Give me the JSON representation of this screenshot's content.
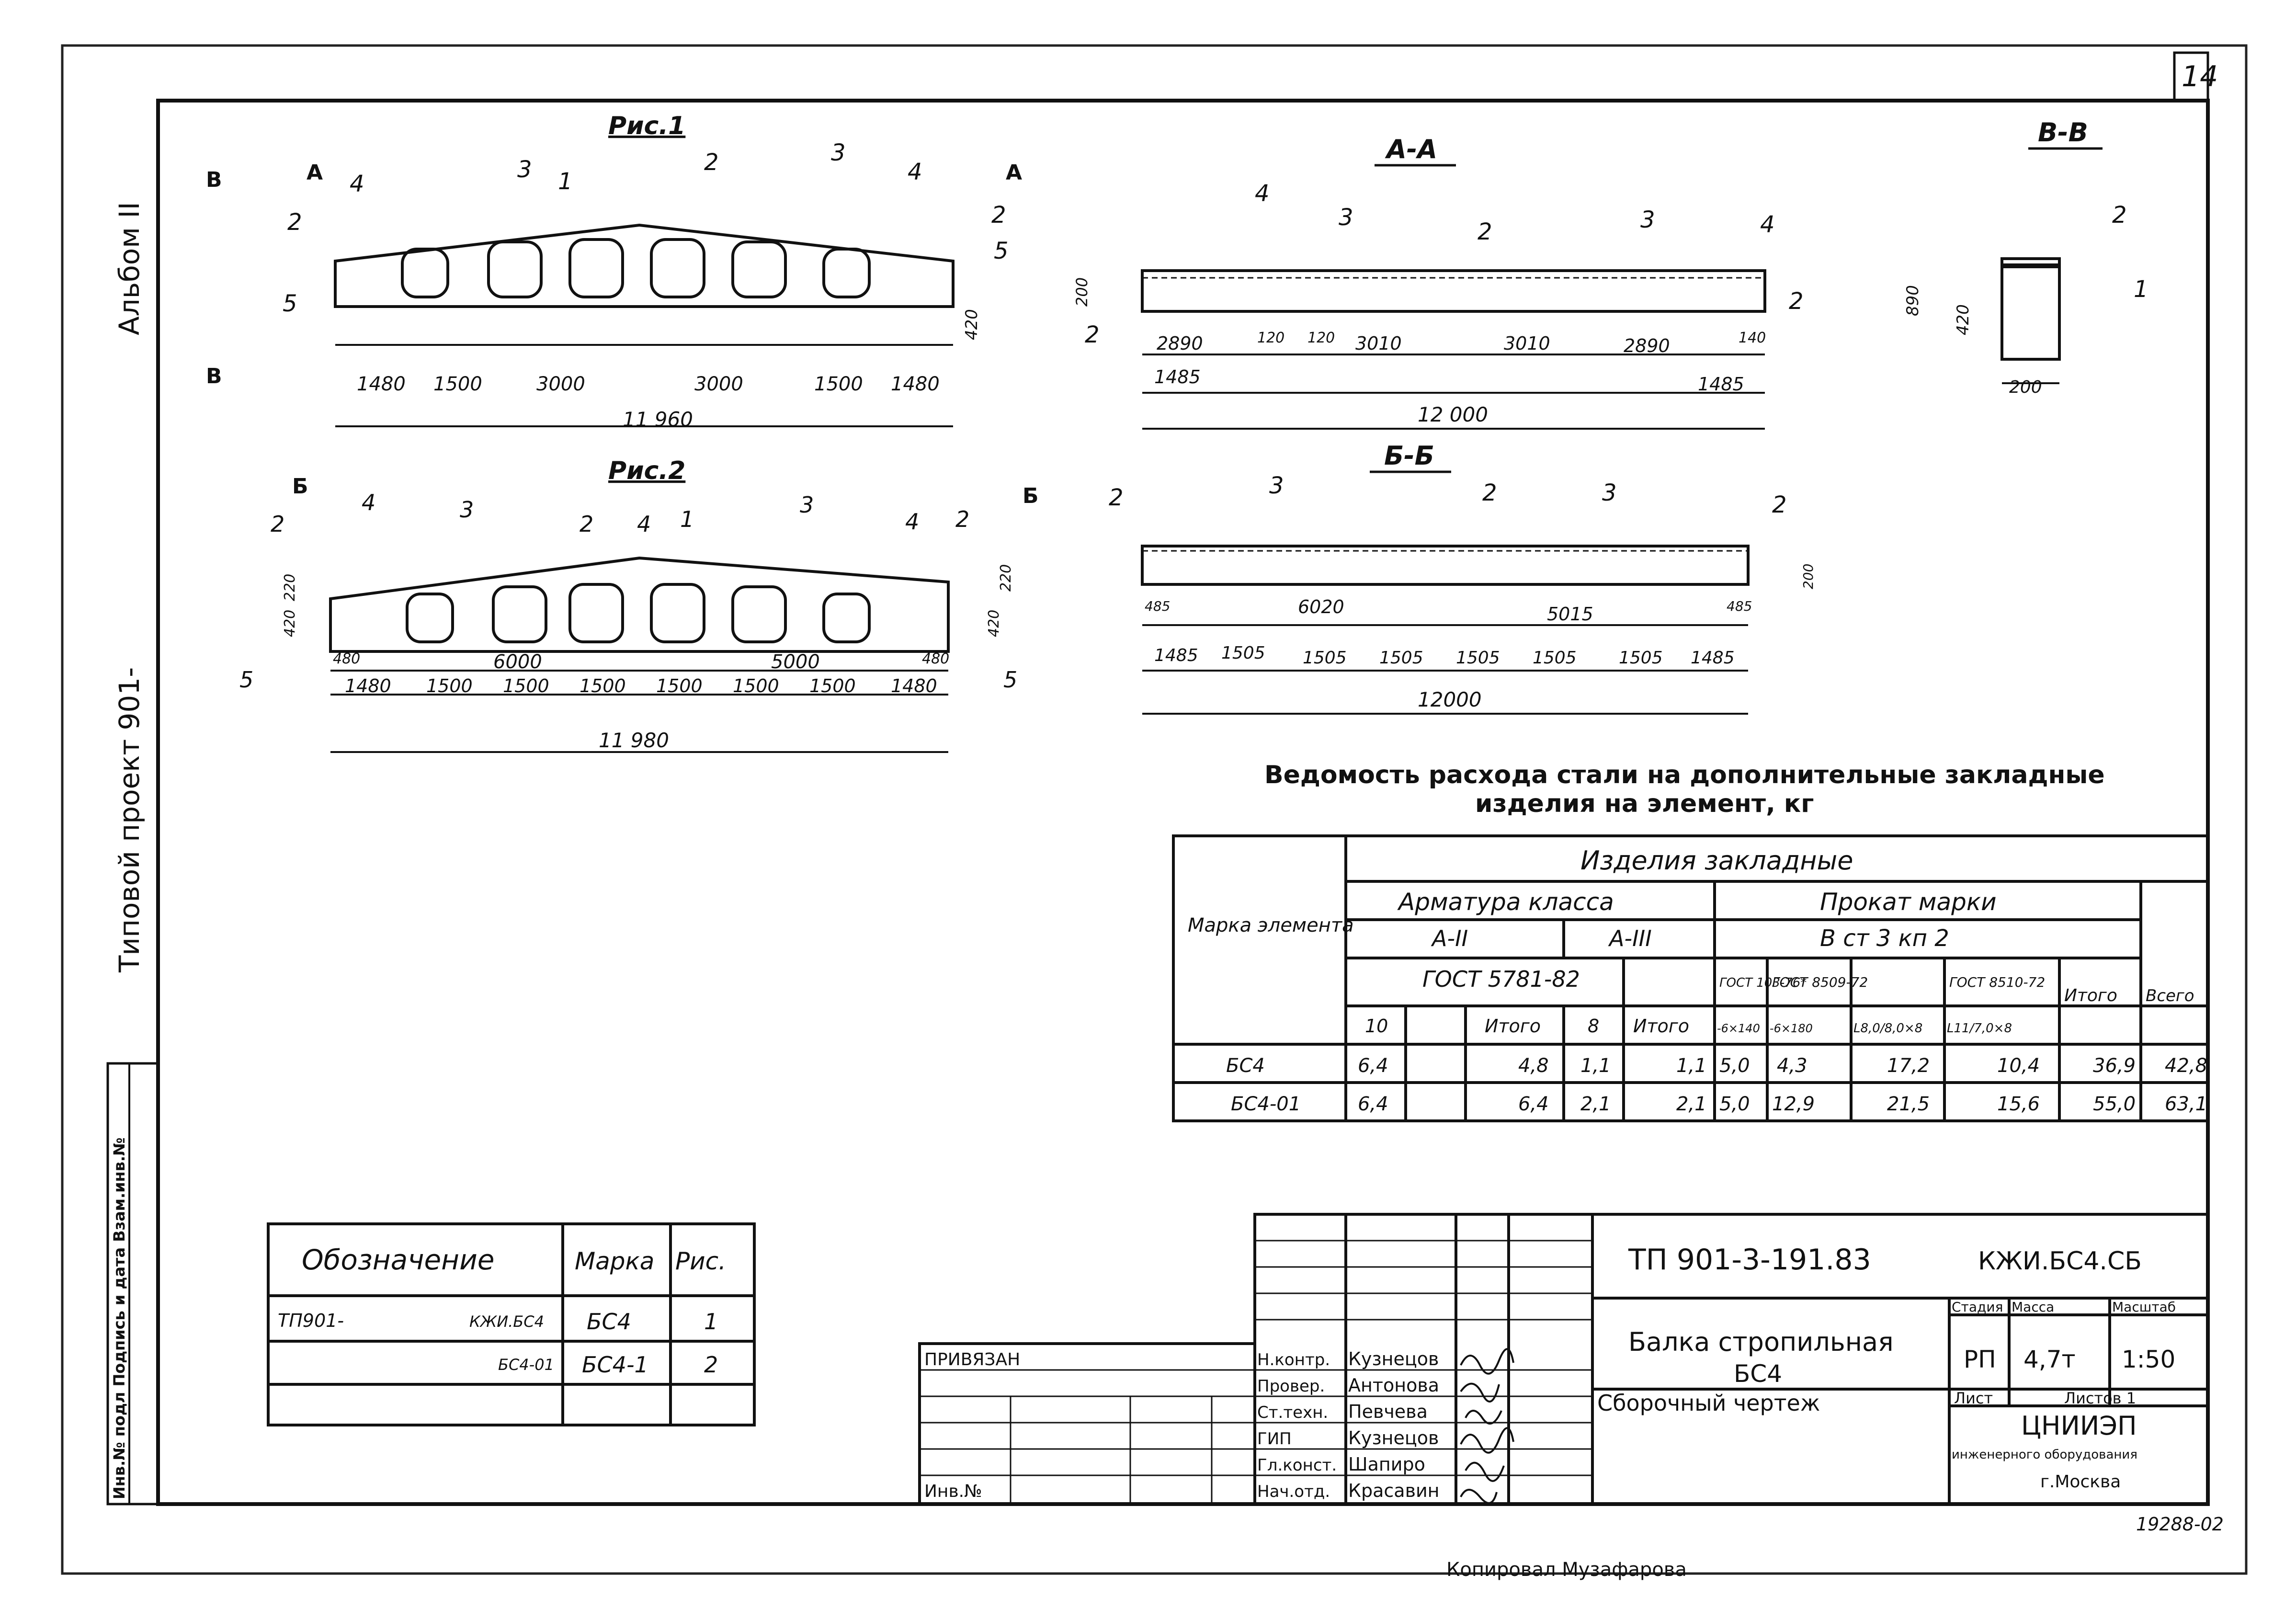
{
  "sheet_number": "14",
  "side_labels": {
    "album": "Альбом II",
    "project": "Типовой проект 901-",
    "stamp": "Инв.№ подл Подпись и дата Взам.инв.№"
  },
  "fig1": {
    "title": "Рис.1",
    "section_marks": [
      "В",
      "А",
      "А",
      "В"
    ],
    "callouts": [
      "1",
      "2",
      "3",
      "4",
      "5",
      "2",
      "3",
      "4",
      "2",
      "5"
    ],
    "dims": [
      "1480",
      "1500",
      "3000",
      "3000",
      "1500",
      "1480"
    ],
    "overall": "11 960",
    "height": "420"
  },
  "fig2": {
    "title": "Рис.2",
    "section_marks": [
      "Б",
      "Б"
    ],
    "callouts": [
      "2",
      "4",
      "3",
      "2",
      "4",
      "1",
      "3",
      "4",
      "2",
      "5",
      "5"
    ],
    "dims": [
      "1480",
      "1500",
      "1500",
      "1500",
      "1500",
      "1500",
      "1500",
      "1480"
    ],
    "inner_dims": [
      "480",
      "6000",
      "5000",
      "480"
    ],
    "heights": [
      "420",
      "220",
      "220",
      "420"
    ],
    "overall": "11 980"
  },
  "sec_aa": {
    "title": "А-А",
    "callouts": [
      "4",
      "3",
      "2",
      "3",
      "4",
      "2",
      "2"
    ],
    "dims_top": [
      "2890",
      "120",
      "120",
      "3010",
      "3010",
      "2890",
      "140"
    ],
    "dims_bottom": [
      "1485",
      "1485"
    ],
    "overall": "12 000",
    "height": "200"
  },
  "sec_bb": {
    "title": "Б-Б",
    "callouts": [
      "2",
      "3",
      "2",
      "3",
      "2"
    ],
    "dims_mid": [
      "485",
      "6020",
      "5015",
      "485"
    ],
    "dims_bottom": [
      "1485",
      "1505",
      "1505",
      "1505",
      "1505",
      "1505",
      "1505",
      "1485"
    ],
    "overall": "12000",
    "height": "200"
  },
  "sec_vv": {
    "title": "В-В",
    "callouts": [
      "2",
      "1"
    ],
    "dims": [
      "890",
      "420",
      "200"
    ]
  },
  "steel_table": {
    "title_line1": "Ведомость расхода стали на дополнительные закладные",
    "title_line2": "изделия на элемент, кг",
    "head": {
      "marka": "Марка элемента",
      "izdeliya": "Изделия закладные",
      "armatura": "Арматура класса",
      "prokat": "Прокат марки",
      "a2": "А-II",
      "a3": "А-III",
      "vst": "В ст 3 кп 2",
      "gost_arm": "ГОСТ 5781-82",
      "gost1": "ГОСТ 103-76*",
      "gost2": "ГОСТ 8509-72",
      "gost3": "ГОСТ 8510-72",
      "itogo": "Итого",
      "vsego": "Всего"
    },
    "subhead": [
      "10",
      "",
      "Итого",
      "8",
      "Итого",
      "-6×140",
      "-6×180",
      "L8,0/8,0×8",
      "L11/7,0×8"
    ],
    "rows": [
      {
        "mark": "БС4",
        "cells": [
          "6,4",
          "",
          "4,8",
          "1,1",
          "1,1",
          "5,0",
          "4,3",
          "17,2",
          "10,4",
          "36,9",
          "42,8"
        ]
      },
      {
        "mark": "БС4-01",
        "cells": [
          "6,4",
          "",
          "6,4",
          "2,1",
          "2,1",
          "5,0",
          "12,9",
          "21,5",
          "15,6",
          "55,0",
          "63,1"
        ]
      }
    ]
  },
  "designation_table": {
    "headers": [
      "Обозначение",
      "Марка",
      "Рис."
    ],
    "rows": [
      {
        "code": "ТП901-",
        "code2": "КЖИ.БС4",
        "mark": "БС4",
        "fig": "1"
      },
      {
        "code": "",
        "code2": "БС4-01",
        "mark": "БС4-1",
        "fig": "2"
      }
    ]
  },
  "title_block": {
    "project_code": "ТП 901-3-191.83",
    "doc_code": "КЖИ.БС4.СБ",
    "privyazan": "ПРИВЯЗАН",
    "inv": "Инв.№",
    "roles": [
      "Н.контр.",
      "Провер.",
      "Ст.техн.",
      "ГИП",
      "Гл.конст.",
      "Нач.отд."
    ],
    "names": [
      "Кузнецов",
      "Антонова",
      "Певчева",
      "Кузнецов",
      "Шапиро",
      "Красавин"
    ],
    "title1": "Балка стропильная",
    "title2": "БС4",
    "title3": "Сборочный чертеж",
    "stage_h": "Стадия",
    "mass_h": "Масса",
    "scale_h": "Масштаб",
    "stage": "РП",
    "mass": "4,7т",
    "scale": "1:50",
    "sheet_h": "Лист",
    "sheets_h": "Листов 1",
    "org1": "ЦНИИЭП",
    "org2": "инженерного оборудования",
    "org3": "г.Москва",
    "number": "19288-02"
  },
  "copied_by": "Копировал Музафарова"
}
